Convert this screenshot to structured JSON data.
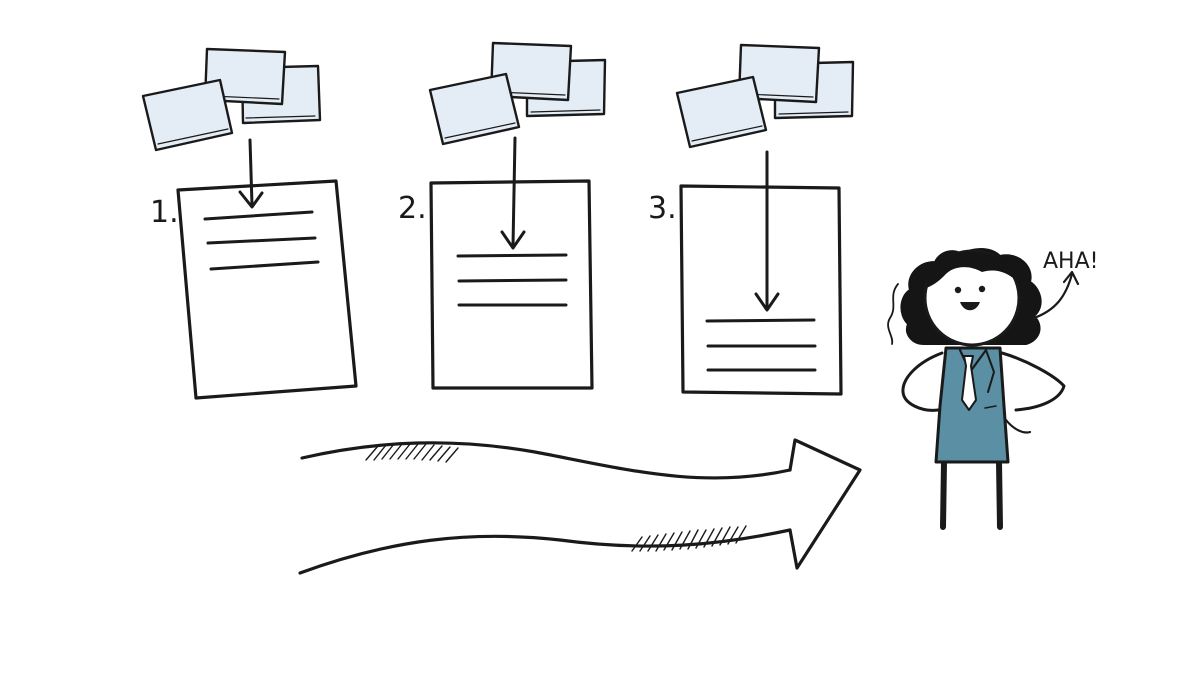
{
  "steps": [
    {
      "label": "1."
    },
    {
      "label": "2."
    },
    {
      "label": "3."
    }
  ],
  "character": {
    "speech": "AHA!"
  },
  "colors": {
    "ink": "#1a1a1a",
    "card_fill": "#e4ecf5",
    "shirt": "#5b8fa3",
    "paper": "#ffffff"
  },
  "icons": [
    "note-cards-icon",
    "document-icon",
    "down-arrow-icon",
    "curved-arrow-icon",
    "person-icon"
  ]
}
